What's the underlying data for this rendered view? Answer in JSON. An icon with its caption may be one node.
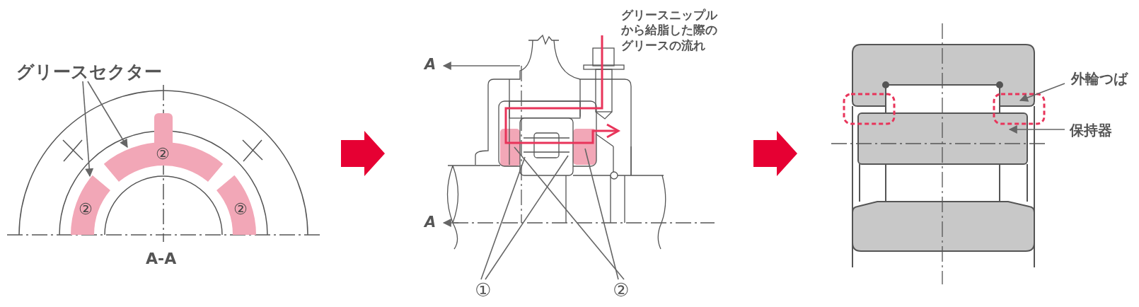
{
  "diagram": {
    "nodes": [
      {
        "text": [
          "グリースセクター"
        ]
      },
      {
        "text": [
          "②"
        ]
      },
      {
        "text": [
          "②"
        ]
      },
      {
        "text": [
          "②"
        ]
      },
      {
        "text": [
          "①"
        ]
      },
      {
        "text": [
          "②"
        ]
      },
      {
        "text": [
          "外輪つば"
        ]
      },
      {
        "text": [
          "保持器"
        ]
      }
    ],
    "edges": [
      {
        "from": 0,
        "to": 2,
        "arrow": "to"
      },
      {
        "from": 0,
        "to": 1,
        "arrow": "to"
      },
      {
        "from": 4,
        "to": null,
        "arrow": "none"
      },
      {
        "from": 4,
        "to": null,
        "arrow": "none"
      },
      {
        "from": 5,
        "to": null,
        "arrow": "none"
      },
      {
        "from": 5,
        "to": null,
        "arrow": "none"
      },
      {
        "from": 6,
        "to": null,
        "arrow": "to"
      },
      {
        "from": 7,
        "to": null,
        "arrow": "to"
      }
    ],
    "labels": [
      "A-A",
      "グリースニップルから給脂した際のグリースの流れ",
      "A",
      "A"
    ]
  }
}
